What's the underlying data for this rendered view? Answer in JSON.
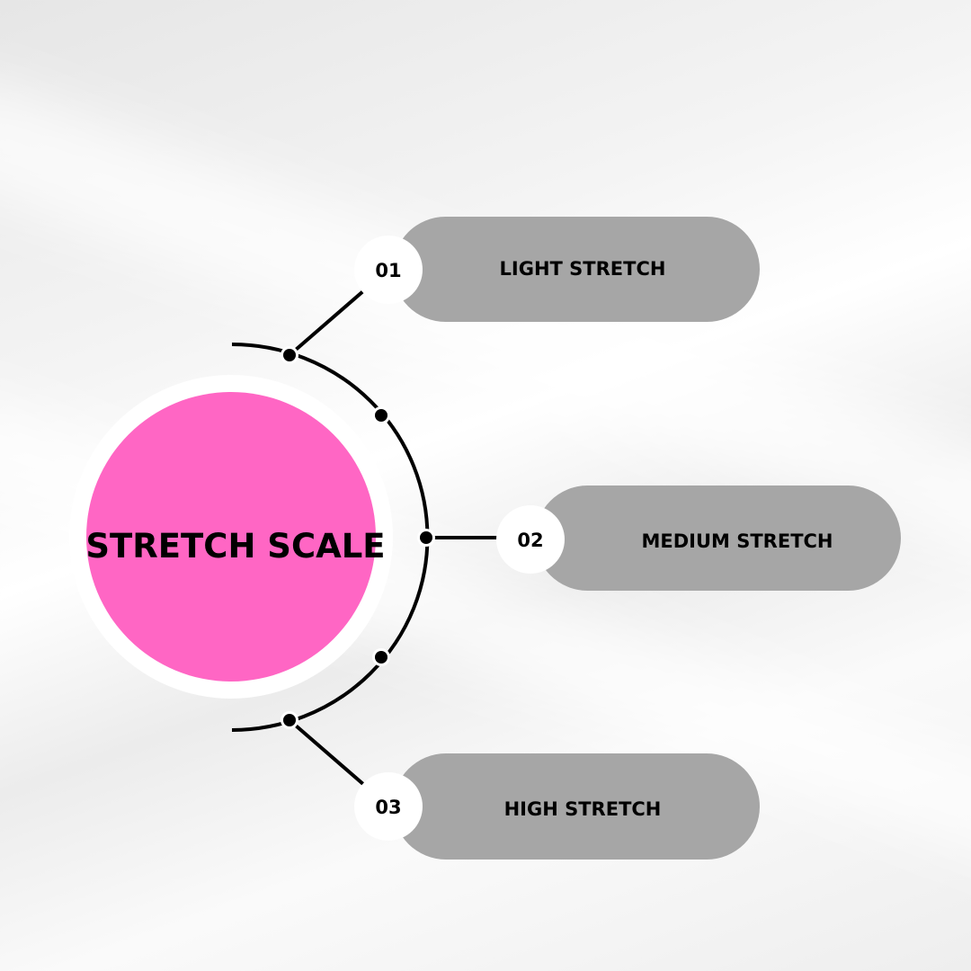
{
  "center": {
    "title": "STRETCH SCALE"
  },
  "steps": [
    {
      "number": "01",
      "label": "LIGHT STRETCH"
    },
    {
      "number": "02",
      "label": "MEDIUM STRETCH"
    },
    {
      "number": "03",
      "label": "HIGH STRETCH"
    }
  ],
  "colors": {
    "accent": "#ff66c4",
    "pill": "#a6a6a6",
    "line": "#000000"
  }
}
